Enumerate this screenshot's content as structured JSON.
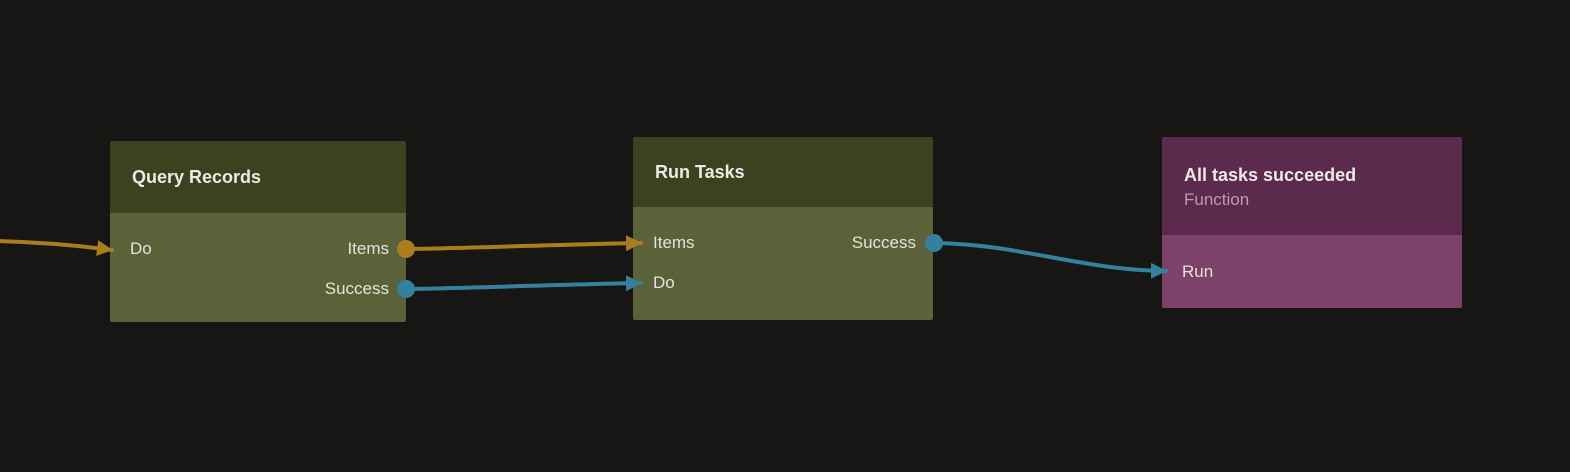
{
  "canvas": {
    "background_color": "#171614"
  },
  "colors": {
    "edge_orange": "#a97c1e",
    "edge_blue": "#35809f",
    "node_green_header": "#3a421f",
    "node_green_body": "#5b6138",
    "node_plum_header": "#5c2a4d",
    "node_plum_body": "#7d4269",
    "title_text": "#edeae3",
    "port_text": "#e6e3da",
    "subtitle_text": "#c298b4"
  },
  "nodes": [
    {
      "title": "Query Records",
      "inputs": [
        {
          "label": "Do",
          "color": "#a97c1e"
        }
      ],
      "outputs": [
        {
          "label": "Items",
          "color": "#a97c1e"
        },
        {
          "label": "Success",
          "color": "#35809f"
        }
      ]
    },
    {
      "title": "Run Tasks",
      "inputs": [
        {
          "label": "Items",
          "color": "#a97c1e"
        },
        {
          "label": "Do",
          "color": "#35809f"
        }
      ],
      "outputs": [
        {
          "label": "Success",
          "color": "#35809f"
        }
      ]
    },
    {
      "title": "All tasks succeeded",
      "subtitle": "Function",
      "inputs": [
        {
          "label": "Run",
          "color": "#35809f"
        }
      ],
      "outputs": []
    }
  ],
  "edges": [
    {
      "from": "offscreen-left",
      "to": "Query Records.Do",
      "color": "#a97c1e"
    },
    {
      "from": "Query Records.Items",
      "to": "Run Tasks.Items",
      "color": "#a97c1e"
    },
    {
      "from": "Query Records.Success",
      "to": "Run Tasks.Do",
      "color": "#35809f"
    },
    {
      "from": "Run Tasks.Success",
      "to": "All tasks succeeded.Run",
      "color": "#35809f"
    }
  ]
}
